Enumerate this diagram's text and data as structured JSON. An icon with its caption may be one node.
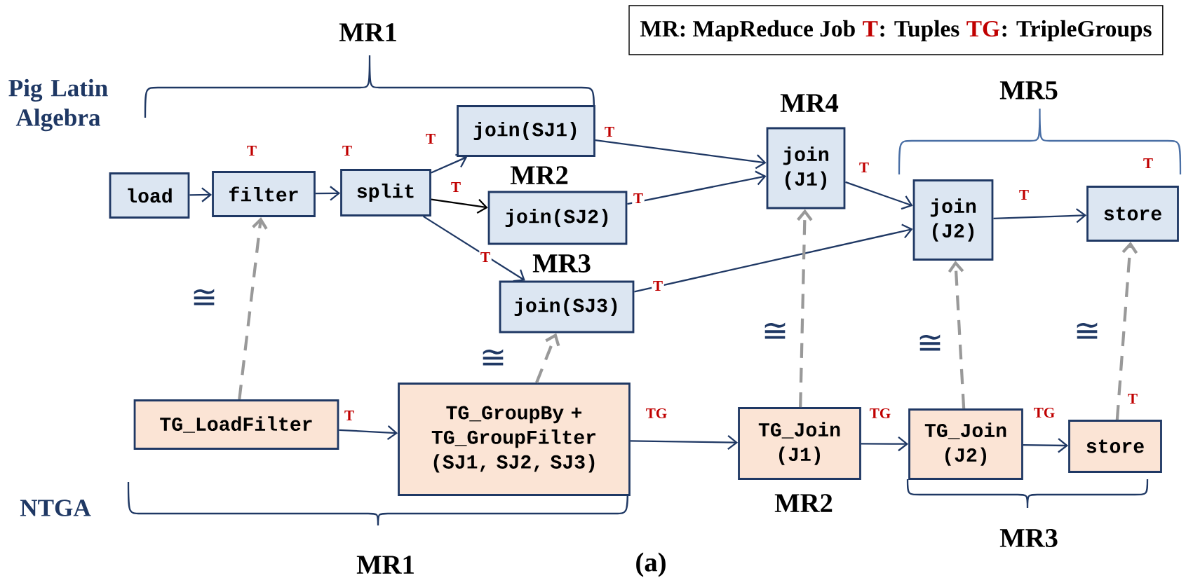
{
  "diagram": {
    "nodes": [
      {
        "text": [
          "load"
        ]
      },
      {
        "text": [
          "filter"
        ],
        "beside": [
          "T"
        ]
      },
      {
        "text": [
          "split"
        ],
        "beside": [
          "T"
        ]
      },
      {
        "text": [
          "join(SJ1)"
        ]
      },
      {
        "text": [
          "join(SJ2)"
        ],
        "beside": [
          "MR2"
        ]
      },
      {
        "text": [
          "join(SJ3)"
        ],
        "beside": [
          "MR3"
        ]
      },
      {
        "text": [
          "join (J1)"
        ],
        "beside": [
          "MR4"
        ]
      },
      {
        "text": [
          "join (J2)"
        ]
      },
      {
        "text": [
          "store"
        ],
        "beside": [
          "T"
        ]
      },
      {
        "text": [
          "TG_LoadFilter"
        ]
      },
      {
        "text": [
          "TG_GroupBy + TG_GroupFilter (SJ1, SJ2, SJ3)"
        ]
      },
      {
        "text": [
          "TG_Join (J1)"
        ],
        "beside": [
          "MR2"
        ]
      },
      {
        "text": [
          "TG_Join (J2)"
        ]
      },
      {
        "text": [
          "store"
        ],
        "beside": [
          "T"
        ]
      }
    ],
    "edges": [
      {
        "from": 0,
        "to": 1,
        "arrow": "to"
      },
      {
        "from": 1,
        "to": 2,
        "arrow": "to"
      },
      {
        "from": 2,
        "to": 3,
        "arrow": "to",
        "label": "T"
      },
      {
        "from": 2,
        "to": 4,
        "arrow": "to",
        "label": "T",
        "color": "#000000"
      },
      {
        "from": 2,
        "to": 5,
        "arrow": "to",
        "label": "T"
      },
      {
        "from": 3,
        "to": 6,
        "arrow": "to",
        "label": "T"
      },
      {
        "from": 4,
        "to": 6,
        "arrow": "to",
        "label": "T"
      },
      {
        "from": 5,
        "to": 7,
        "arrow": "to",
        "label": "T"
      },
      {
        "from": 6,
        "to": 7,
        "arrow": "to",
        "label": "T"
      },
      {
        "from": 7,
        "to": 8,
        "arrow": "to",
        "label": "T"
      },
      {
        "from": 9,
        "to": 1,
        "arrow": "to",
        "label": "≅",
        "style": "dashed",
        "color": "#999999"
      },
      {
        "from": 10,
        "to": 5,
        "arrow": "to",
        "label": "≅",
        "style": "dashed",
        "color": "#999999"
      },
      {
        "from": 11,
        "to": 6,
        "arrow": "to",
        "label": "≅",
        "style": "dashed",
        "color": "#999999"
      },
      {
        "from": 12,
        "to": 7,
        "arrow": "to",
        "label": "≅",
        "style": "dashed",
        "color": "#999999"
      },
      {
        "from": 13,
        "to": 8,
        "arrow": "to",
        "label": "≅",
        "style": "dashed",
        "color": "#999999"
      },
      {
        "from": 9,
        "to": 10,
        "arrow": "to",
        "label": "T"
      },
      {
        "from": 10,
        "to": 11,
        "arrow": "to",
        "label": "TG"
      },
      {
        "from": 11,
        "to": 12,
        "arrow": "to",
        "label": "TG"
      },
      {
        "from": 12,
        "to": 13,
        "arrow": "to",
        "label": "TG"
      }
    ],
    "labels": [
      "MR1",
      "MR: MapReduce Job",
      "T",
      ": Tuples",
      "TG",
      ": TripleGroups",
      "MR5",
      "Pig Latin Algebra",
      "NTGA",
      "MR3",
      "MR1",
      "(a)"
    ]
  }
}
